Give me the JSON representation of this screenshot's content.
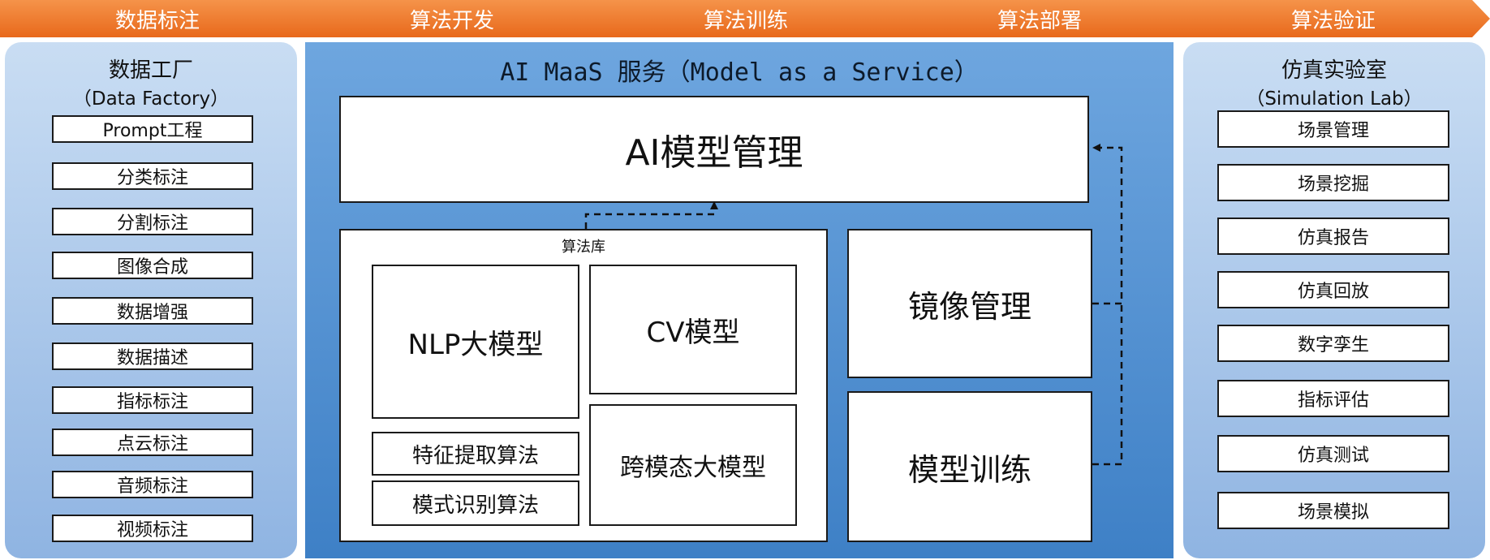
{
  "steps": [
    "数据标注",
    "算法开发",
    "算法训练",
    "算法部署",
    "算法验证"
  ],
  "data_factory": {
    "title": "数据工厂",
    "subtitle": "（Data Factory）",
    "items": [
      "Prompt工程",
      "分类标注",
      "分割标注",
      "图像合成",
      "数据增强",
      "数据描述",
      "指标标注",
      "点云标注",
      "音频标注",
      "视频标注"
    ]
  },
  "maas": {
    "title": "AI MaaS 服务（Model as a Service）",
    "model_management": "AI模型管理",
    "algorithm_library": {
      "title": "算法库",
      "nlp": "NLP大模型",
      "cv": "CV模型",
      "feature": "特征提取算法",
      "pattern": "模式识别算法",
      "cross_modal": "跨模态大模型"
    },
    "image_management": "镜像管理",
    "model_training": "模型训练"
  },
  "sim_lab": {
    "title": "仿真实验室",
    "subtitle": "（Simulation Lab）",
    "items": [
      "场景管理",
      "场景挖掘",
      "仿真报告",
      "仿真回放",
      "数字孪生",
      "指标评估",
      "仿真测试",
      "场景模拟"
    ]
  },
  "colors": {
    "step_orange": "#ee7a2a",
    "side_panel_blue": "#a9c6ea",
    "center_panel_blue": "#4f8fd3"
  }
}
